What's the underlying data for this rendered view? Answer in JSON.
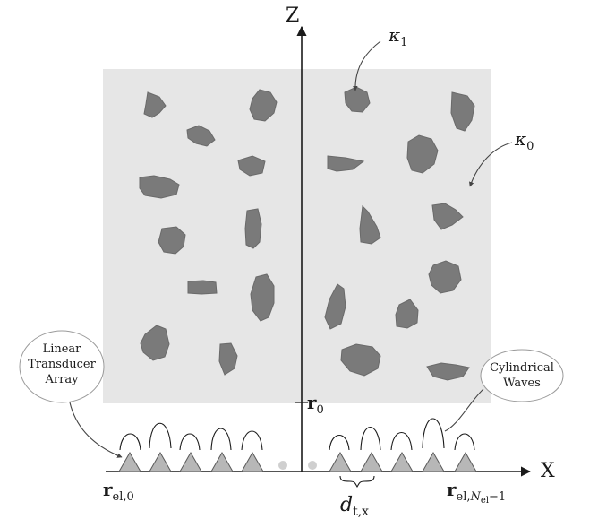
{
  "diagram": {
    "axes": {
      "z_label": "Z",
      "x_label": "X"
    },
    "medium_labels": {
      "kappa1": {
        "base": "κ",
        "sub": "1"
      },
      "kappa0": {
        "base": "κ",
        "sub": "0"
      }
    },
    "reference_point": {
      "base": "r",
      "sub": "0"
    },
    "callouts": {
      "array": [
        "Linear",
        "Transducer",
        "Array"
      ],
      "waves": [
        "Cylindrical",
        "Waves"
      ]
    },
    "element_labels": {
      "first": {
        "base": "r",
        "sub": "el,0"
      },
      "last": {
        "base": "r",
        "sub_prefix": "el,",
        "sub_italic": "N",
        "sub_italic_sub": "el",
        "sub_suffix": "−1"
      },
      "pitch": {
        "base": "d",
        "sub": "t,x"
      }
    },
    "colors": {
      "medium": "#e6e6e6",
      "inclusion": "#7a7a7a",
      "element_fill": "#b7b7b7",
      "ellipsis_dot": "#cfcfcf",
      "ink": "#1a1a1a"
    }
  }
}
